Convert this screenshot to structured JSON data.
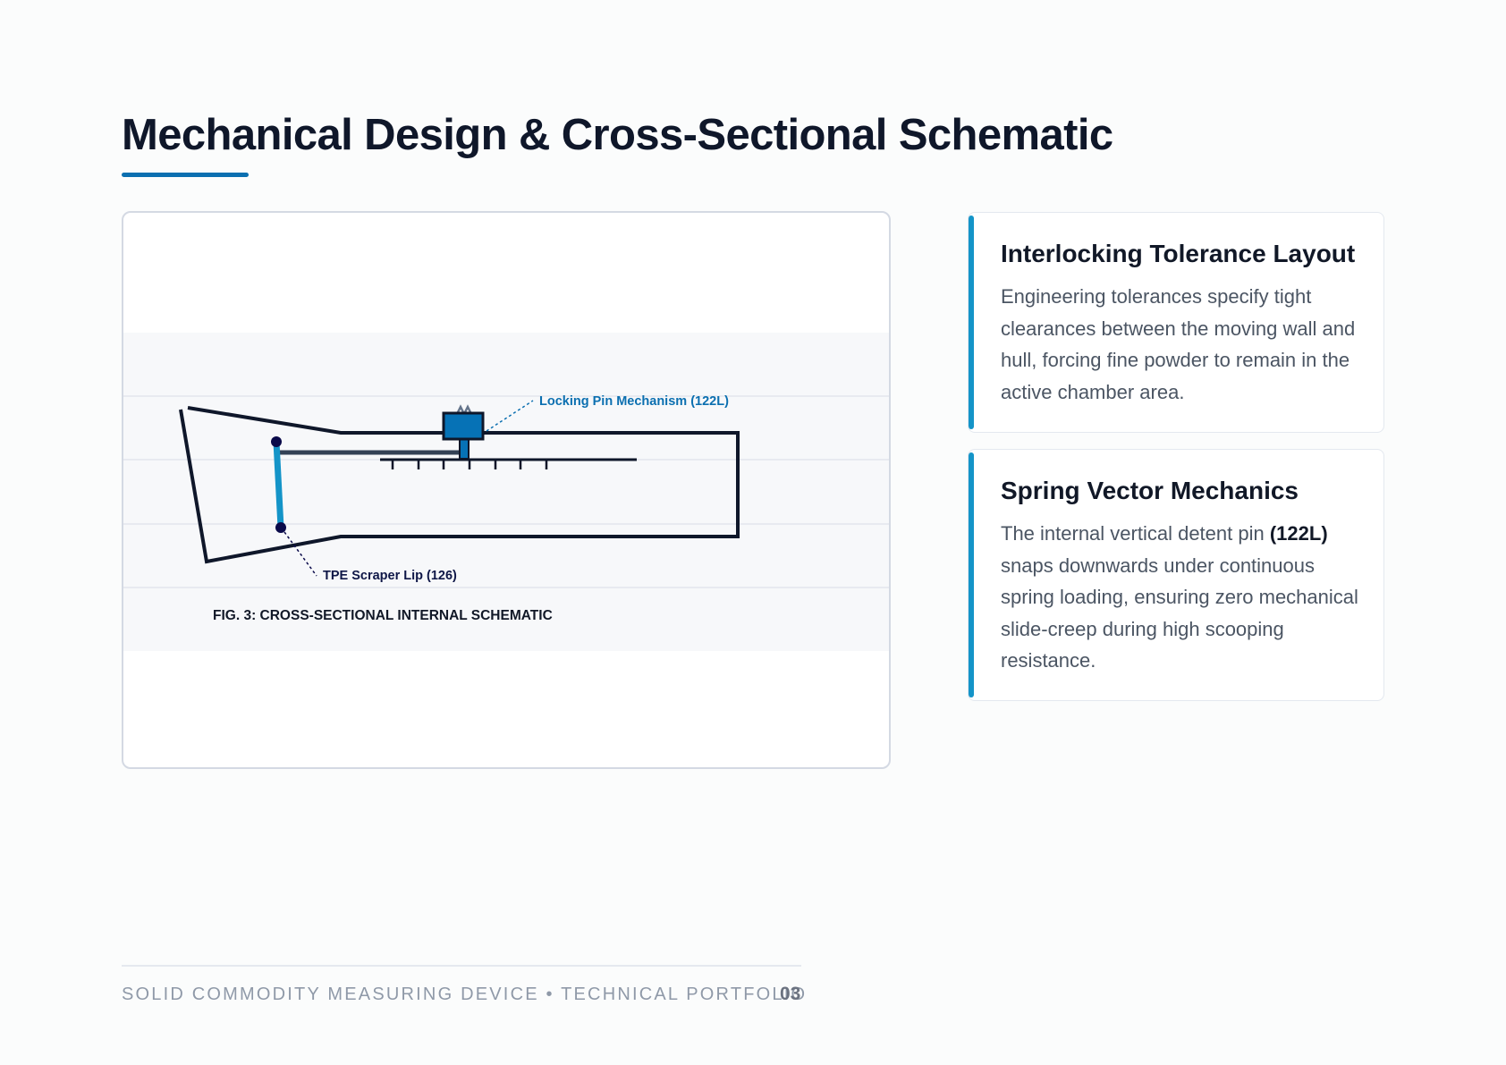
{
  "header": {
    "title": "Mechanical Design & Cross-Sectional Schematic"
  },
  "diagram": {
    "label_locking_pin": "Locking Pin Mechanism (122L)",
    "label_scraper_lip": "TPE Scraper Lip (126)",
    "caption": "FIG. 3: CROSS-SECTIONAL INTERNAL SCHEMATIC"
  },
  "cards": [
    {
      "title": "Interlocking Tolerance Layout",
      "body": "Engineering tolerances specify tight clearances between the moving wall and hull, forcing fine powder to remain in the active chamber area."
    },
    {
      "title": "Spring Vector Mechanics",
      "body_before": "The internal vertical detent pin ",
      "body_bold": "(122L)",
      "body_after": " snaps downwards under continuous spring loading, ensuring zero mechanical slide-creep during high scooping resistance."
    }
  ],
  "footer": {
    "text": "SOLID COMMODITY MEASURING DEVICE • TECHNICAL PORTFOLIO",
    "page_number": "03"
  },
  "colors": {
    "accent": "#0b6fb0",
    "card_accent": "#1494c8",
    "pin_fill": "#0672b6",
    "scraper": "#1494c8",
    "outline": "#0f172a",
    "pivot": "#0a0a4a"
  }
}
